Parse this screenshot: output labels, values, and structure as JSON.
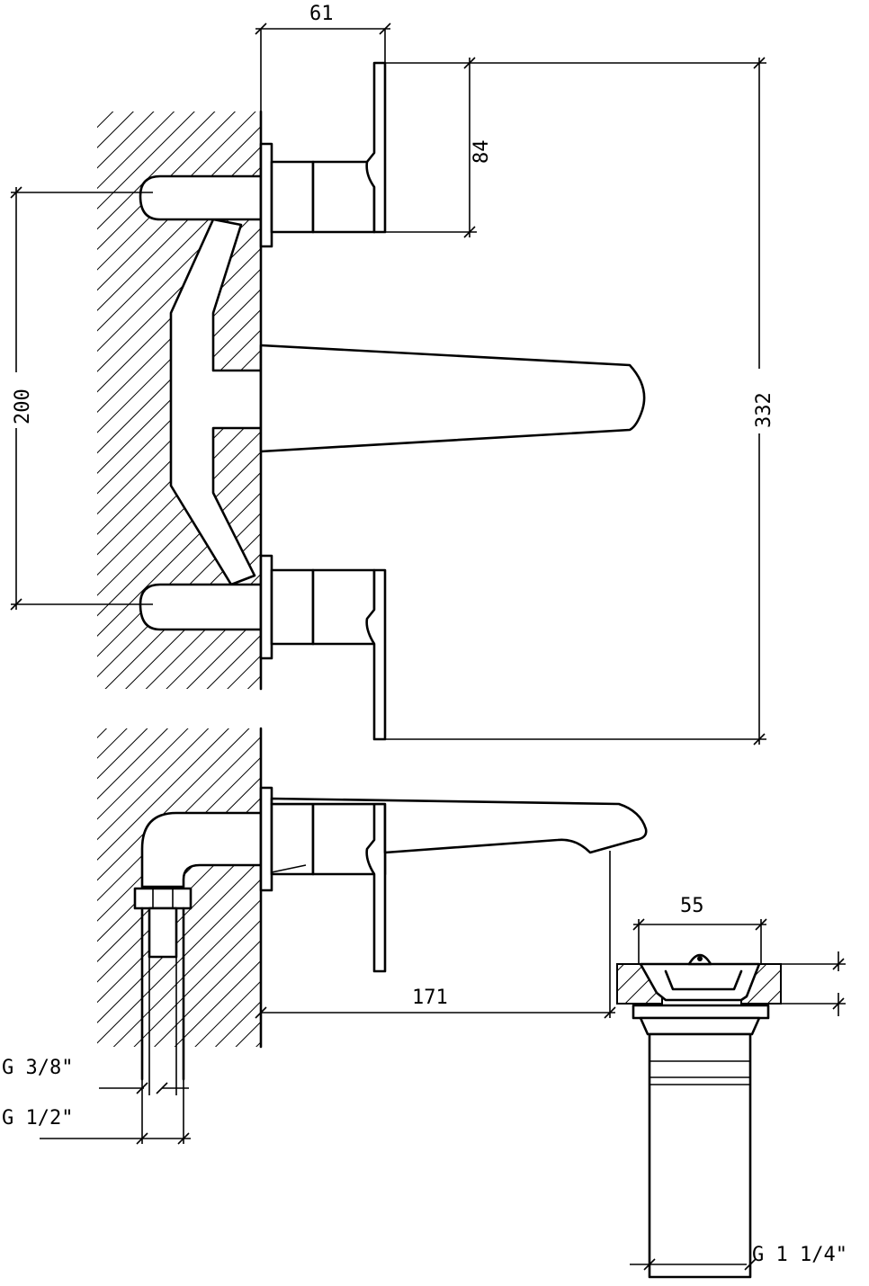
{
  "dimensions": {
    "top_width": "61",
    "handle_height": "84",
    "total_height": "332",
    "center_distance": "200",
    "spout_projection": "171",
    "drain_width": "55"
  },
  "connections": {
    "inlet_small": "G 3/8\"",
    "inlet_large": "G 1/2\"",
    "drain_thread": "G 1 1/4\""
  }
}
